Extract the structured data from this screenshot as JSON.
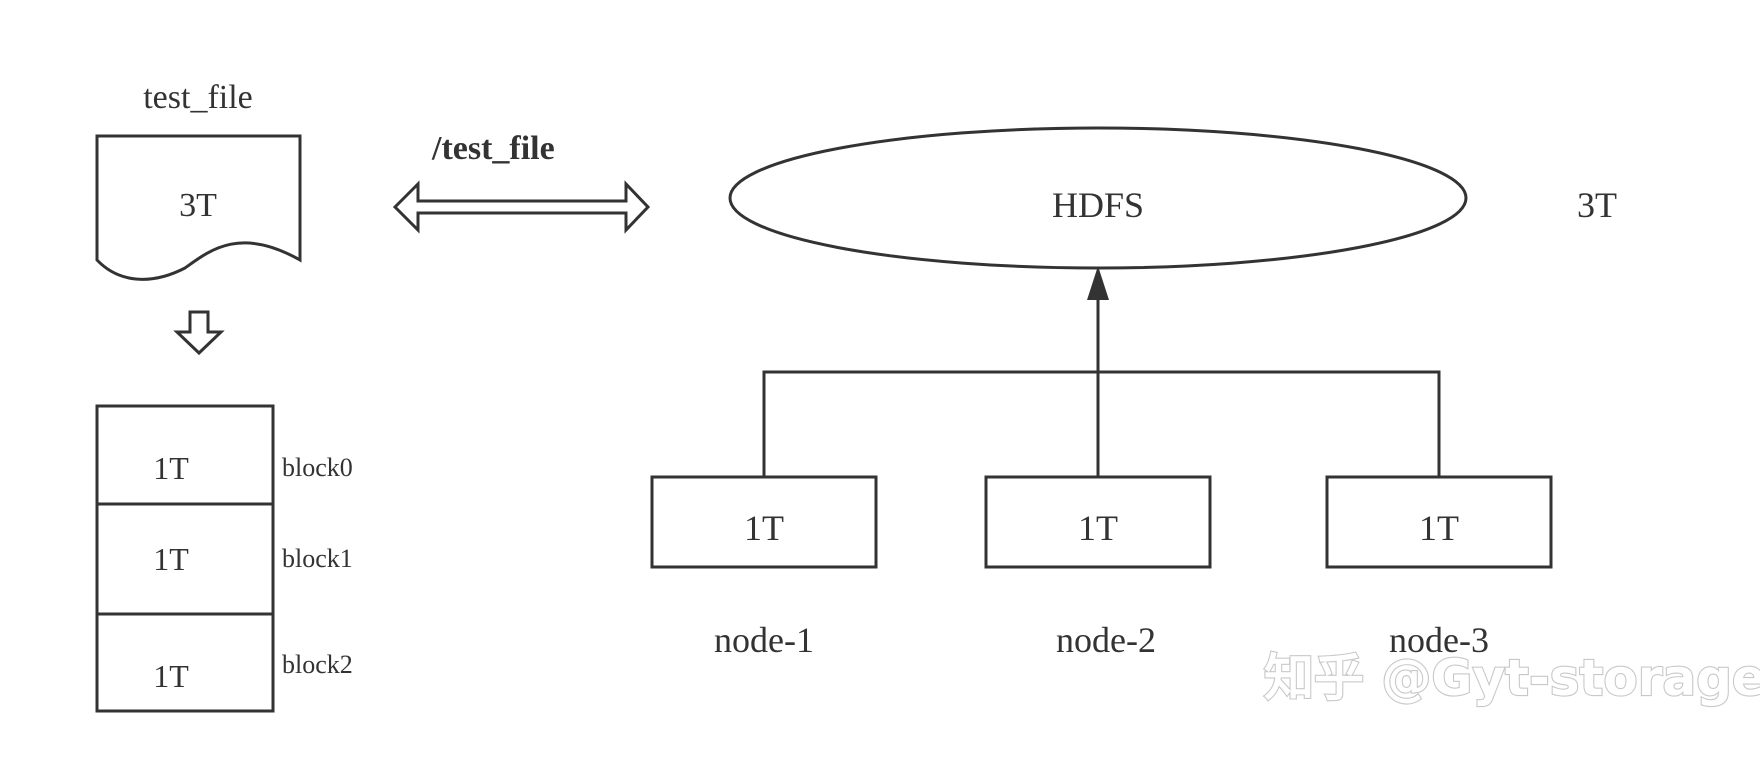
{
  "file": {
    "name": "test_file",
    "size": "3T"
  },
  "path_label": "/test_file",
  "blocks": [
    {
      "size": "1T",
      "label": "block0"
    },
    {
      "size": "1T",
      "label": "block1"
    },
    {
      "size": "1T",
      "label": "block2"
    }
  ],
  "hdfs": {
    "label": "HDFS",
    "capacity": "3T"
  },
  "nodes": [
    {
      "size": "1T",
      "name": "node-1"
    },
    {
      "size": "1T",
      "name": "node-2"
    },
    {
      "size": "1T",
      "name": "node-3"
    }
  ],
  "watermark": "知乎 @Gyt-storage"
}
